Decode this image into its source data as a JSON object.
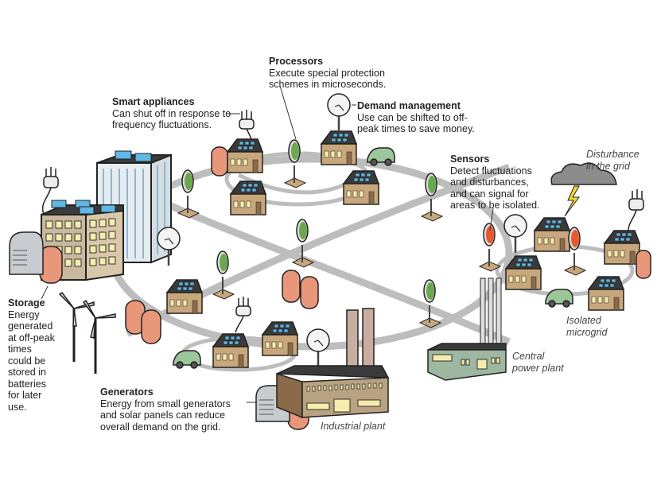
{
  "colors": {
    "road": "#bdbdbd",
    "roof": "#3a3a3a",
    "solar": "#5fb8e6",
    "house_wall": "#c9a77c",
    "window": "#f5ecae",
    "tank": "#e8977a",
    "sensor_green": "#6aa84f",
    "sensor_red": "#e8582c",
    "office_wall": "#c8b89c",
    "tower_wall": "#e6ecef",
    "factory_wall": "#b8a282",
    "power_plant_wall": "#9db7a0",
    "car": "#9cc79a",
    "cloud": "#8c8c8c",
    "bolt": "#f5d832"
  },
  "callouts": {
    "processors": {
      "title": "Processors",
      "lines": [
        "Execute special protection",
        "schemes in microseconds."
      ]
    },
    "smart_appliances": {
      "title": "Smart appliances",
      "lines": [
        "Can shut off in response to",
        "frequency fluctuations."
      ]
    },
    "demand_management": {
      "title": "Demand management",
      "lines": [
        "Use can be shifted to off-",
        "peak times to save money."
      ]
    },
    "sensors": {
      "title": "Sensors",
      "lines": [
        "Detect fluctuations",
        "and disturbances,",
        "and can signal for",
        "areas to be isolated."
      ]
    },
    "storage": {
      "title": "Storage",
      "lines": [
        "Energy",
        "generated",
        "at off-peak",
        "times",
        "could be",
        "stored in",
        "batteries",
        "for later",
        "use."
      ]
    },
    "generators": {
      "title": "Generators",
      "lines": [
        "Energy from small generators",
        "and solar panels can reduce",
        "overall demand on the grid."
      ]
    }
  },
  "place_labels": {
    "disturbance": [
      "Disturbance",
      "in the grid"
    ],
    "isolated_microgrid": [
      "Isolated",
      "microgrid"
    ],
    "central_power_plant": [
      "Central",
      "power plant"
    ],
    "industrial_plant": "Industrial plant"
  }
}
